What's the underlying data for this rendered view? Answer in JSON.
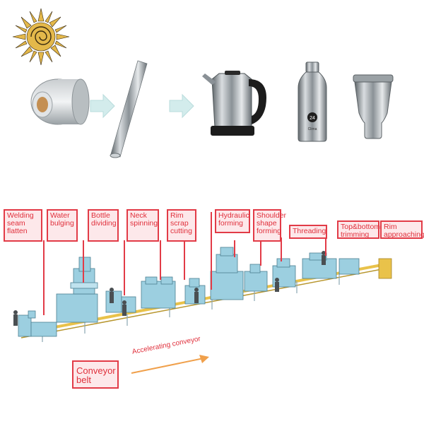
{
  "products_row": {
    "items": [
      "coil",
      "tube",
      "kettle",
      "bottle",
      "tumbler"
    ],
    "bottle_badge": "24",
    "bottle_brand": "Clima"
  },
  "process_labels": [
    "Welding seam flatten",
    "Water bulging",
    "Bottle dividing",
    "Neck spinning",
    "Rim scrap cutting",
    "Hydraulic forming",
    "Shoulder shape forming",
    "Threading",
    "Top&bottom trimming",
    "Rim approaching"
  ],
  "conveyor_belt_label": "Conveyor belt",
  "accelerating_conveyor_label": "Accelerating conveyor",
  "colors": {
    "label_border": "#e23b47",
    "label_fill": "#fde8ea",
    "label_text": "#e0303c",
    "machine_blue": "#9ccfe0",
    "conveyor_yellow": "#e9c24a",
    "arrow_fill": "#d3ecec",
    "sun_gold": "#e4b84a"
  }
}
